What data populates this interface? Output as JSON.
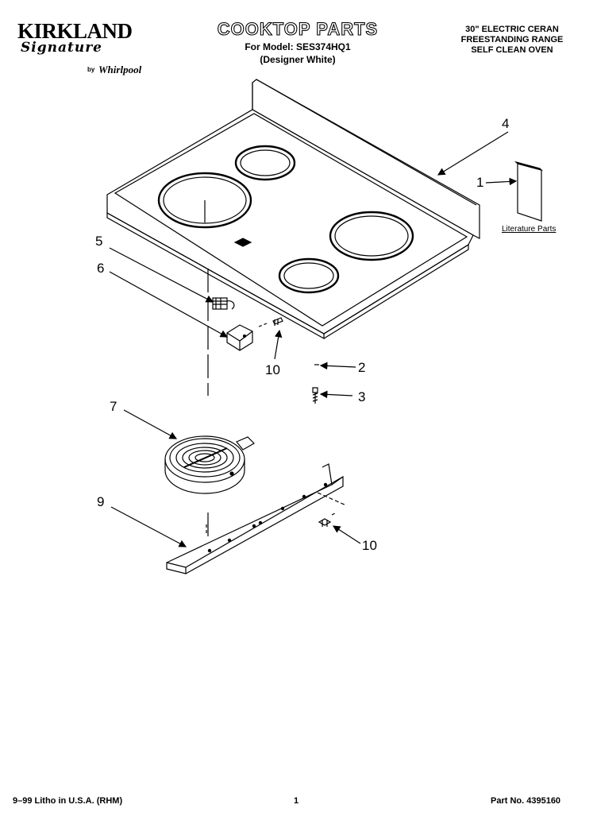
{
  "brand": {
    "name": "KIRKLAND",
    "script": "Signature",
    "by": "by",
    "manufacturer": "Whirlpool"
  },
  "header": {
    "title": "COOKTOP PARTS",
    "model_line": "For Model: SES374HQ1",
    "variant": "(Designer White)",
    "description": [
      "30\" ELECTRIC CERAN",
      "FREESTANDING RANGE",
      "SELF CLEAN OVEN"
    ]
  },
  "callouts": {
    "c1": "1",
    "c2": "2",
    "c3": "3",
    "c4": "4",
    "c5": "5",
    "c6": "6",
    "c7": "7",
    "c9": "9",
    "c10a": "10",
    "c10b": "10"
  },
  "literature_label": "Literature Parts",
  "footer": {
    "litho": "9–99 Litho in U.S.A. (RHM)",
    "page": "1",
    "part_no": "Part No. 4395160"
  }
}
